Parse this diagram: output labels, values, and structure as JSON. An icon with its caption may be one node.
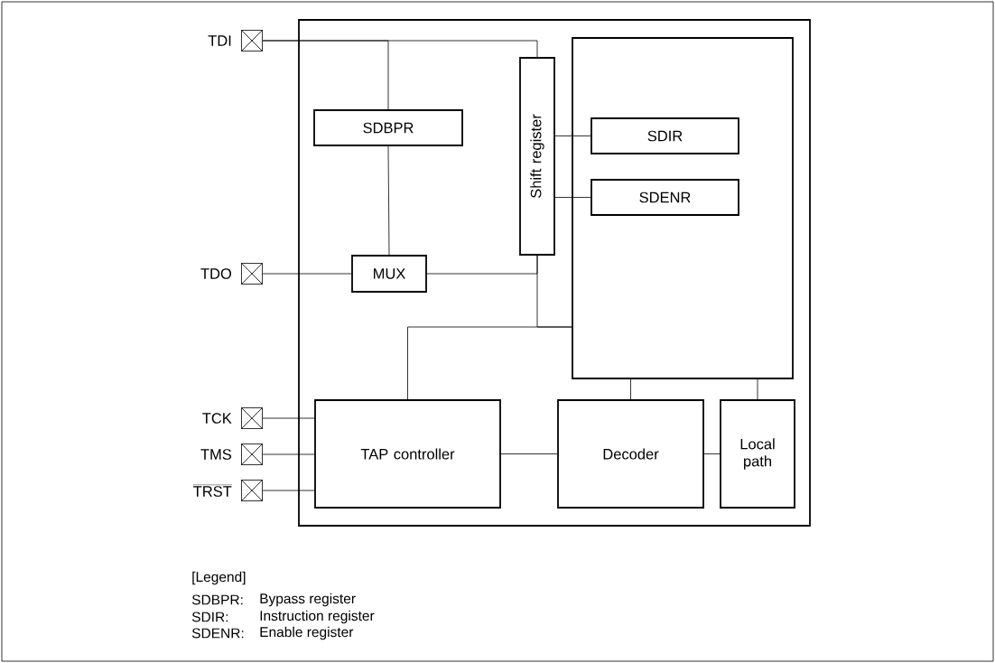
{
  "diagram": {
    "nodes": [
      {
        "text": [],
        "shape": "box"
      },
      {
        "text": [
          "TDI"
        ]
      },
      {
        "text": [
          "SDBPR"
        ],
        "in": 0
      },
      {
        "text": [
          "Shift register"
        ],
        "in": 0
      },
      {
        "text": [],
        "shape": "box",
        "in": 0
      },
      {
        "text": [
          "SDIR"
        ],
        "in": 4
      },
      {
        "text": [
          "SDENR"
        ],
        "in": 4
      },
      {
        "text": [
          "TDO"
        ]
      },
      {
        "text": [
          "MUX"
        ],
        "in": 0
      },
      {
        "text": [
          "TCK"
        ]
      },
      {
        "text": [
          "TMS"
        ]
      },
      {
        "text": [
          "TRST"
        ]
      },
      {
        "text": [
          "TAP controller"
        ],
        "in": 0
      },
      {
        "text": [
          "Decoder"
        ],
        "in": 0
      },
      {
        "text": [
          "Local path"
        ],
        "in": 0
      }
    ],
    "edges": [
      {
        "from": 1,
        "to": 3,
        "arrow": "none"
      },
      {
        "from": 1,
        "to": 2,
        "arrow": "none"
      },
      {
        "from": 3,
        "to": 5,
        "arrow": "none"
      },
      {
        "from": 3,
        "to": 6,
        "arrow": "none"
      },
      {
        "from": 7,
        "to": 8,
        "arrow": "none"
      },
      {
        "from": 2,
        "to": 8,
        "arrow": "none"
      },
      {
        "from": 3,
        "to": 8,
        "arrow": "none"
      },
      {
        "from": 3,
        "to": 4,
        "arrow": "none"
      },
      {
        "from": 12,
        "to": 4,
        "arrow": "none"
      },
      {
        "from": 9,
        "to": 12,
        "arrow": "none"
      },
      {
        "from": 10,
        "to": 12,
        "arrow": "none"
      },
      {
        "from": 11,
        "to": 12,
        "arrow": "none"
      },
      {
        "from": 12,
        "to": 13,
        "arrow": "none"
      },
      {
        "from": 13,
        "to": 14,
        "arrow": "none"
      },
      {
        "from": 13,
        "to": 4,
        "arrow": "none"
      },
      {
        "from": 14,
        "to": 4,
        "arrow": "none"
      }
    ],
    "labels": [
      "[Legend]",
      "SDBPR:",
      "Bypass register",
      "SDIR:",
      "Instruction register",
      "SDENR:",
      "Enable register"
    ]
  }
}
